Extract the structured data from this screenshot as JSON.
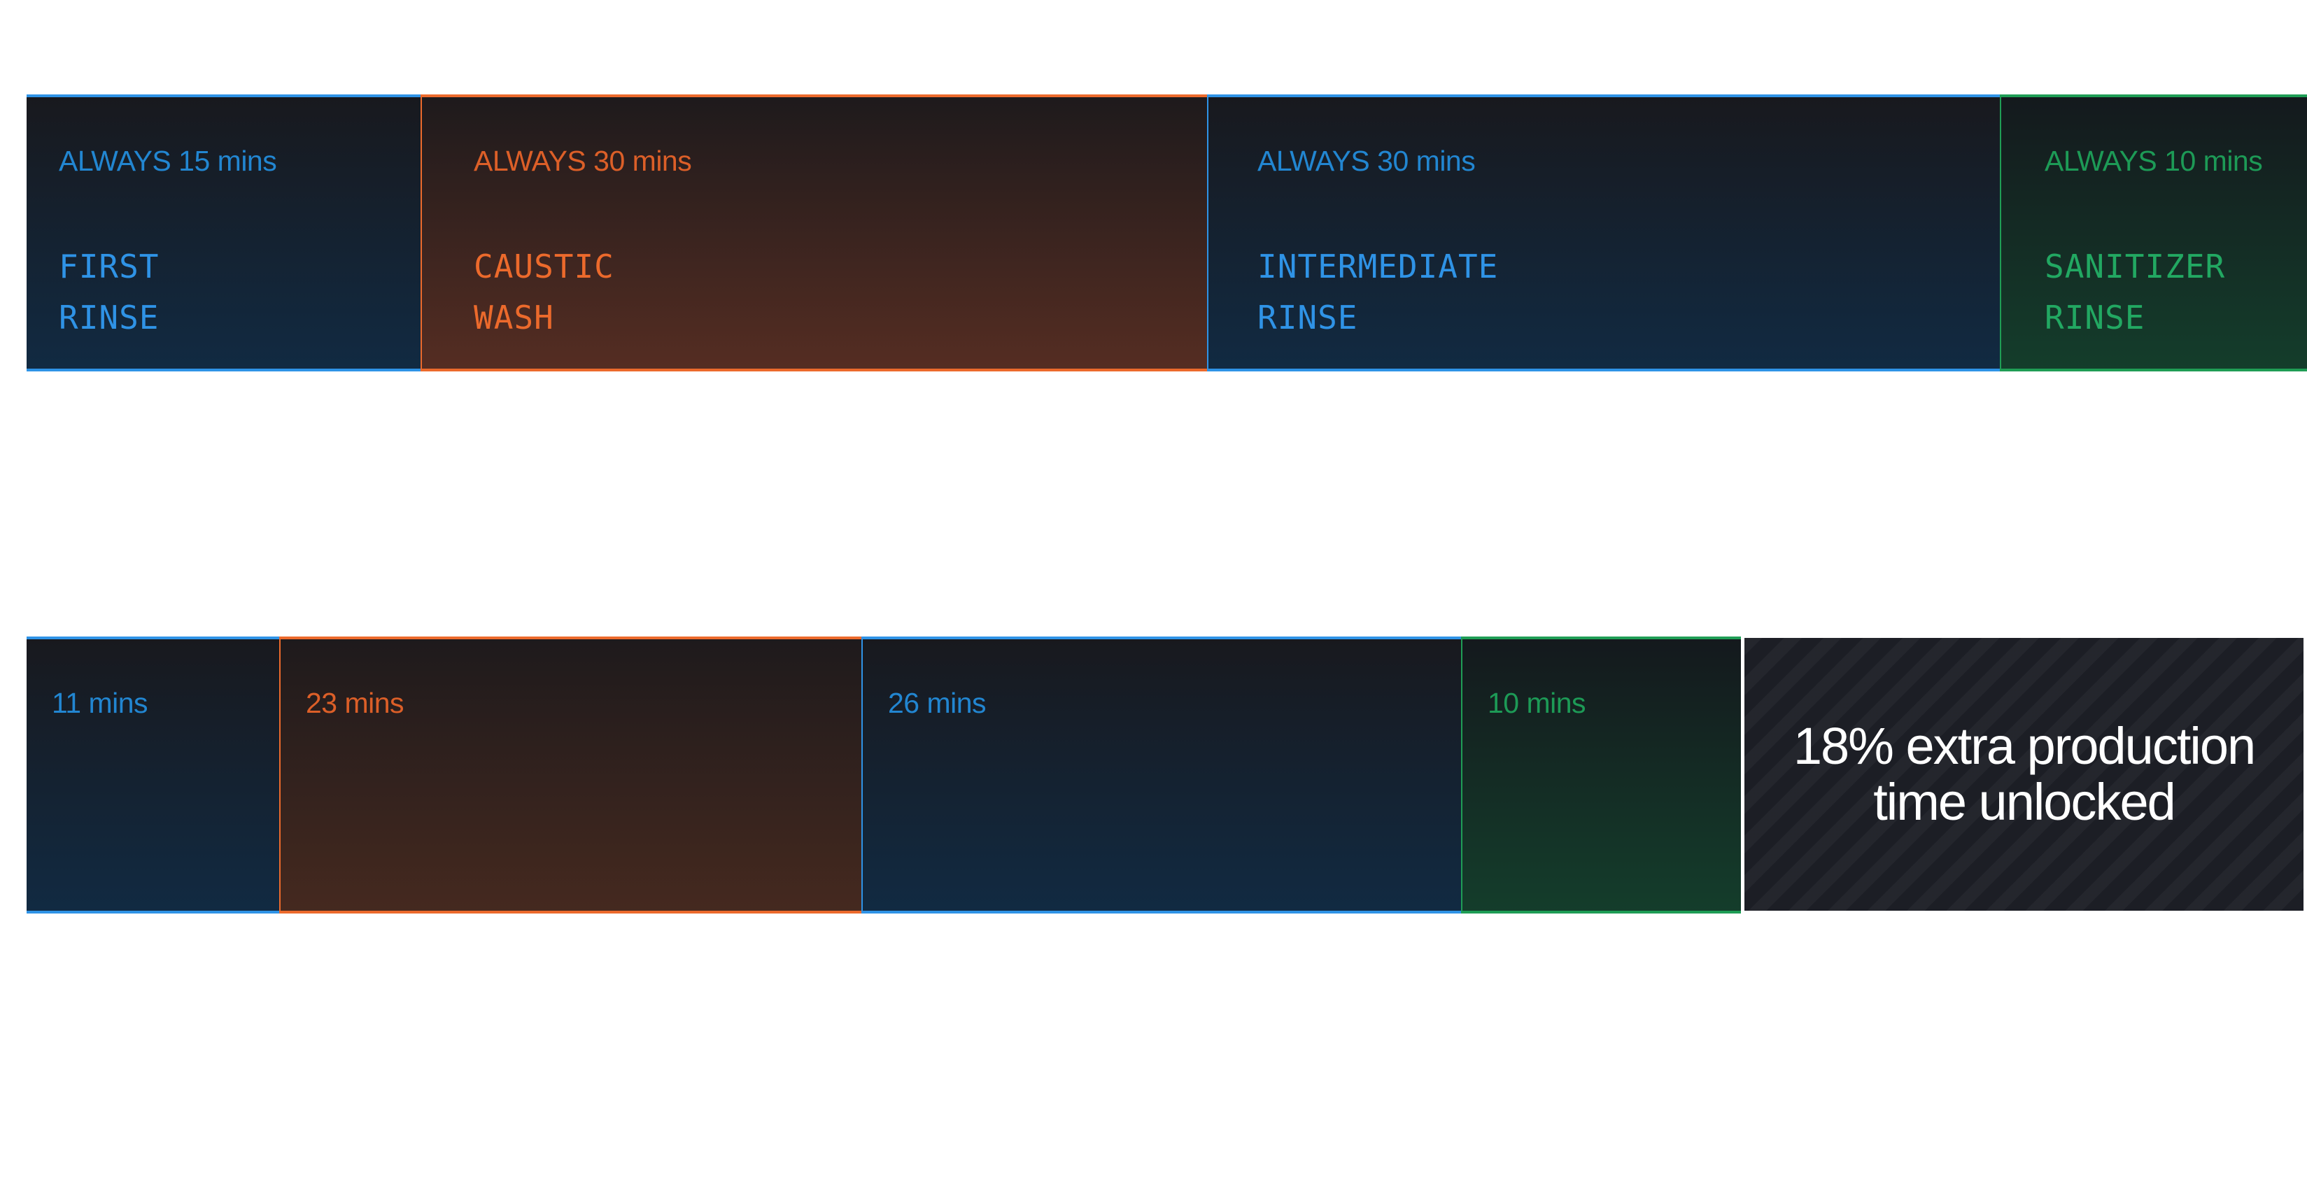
{
  "colors": {
    "rinse": "#2f93e6",
    "caustic": "#ec6a2c",
    "sanitizer": "#22a862",
    "result_bg": "#1c1e25"
  },
  "before": {
    "steps": [
      {
        "duration": "ALWAYS 15 mins",
        "name": "FIRST\nRINSE",
        "minutes": 15
      },
      {
        "duration": "ALWAYS 30 mins",
        "name": "CAUSTIC\nWASH",
        "minutes": 30
      },
      {
        "duration": "ALWAYS 30 mins",
        "name": "INTERMEDIATE\nRINSE",
        "minutes": 30
      },
      {
        "duration": "ALWAYS 10 mins",
        "name": "SANITIZER\nRINSE",
        "minutes": 10
      }
    ]
  },
  "after": {
    "steps": [
      {
        "duration": "11 mins",
        "minutes": 11
      },
      {
        "duration": "23 mins",
        "minutes": 23
      },
      {
        "duration": "26 mins",
        "minutes": 26
      },
      {
        "duration": "10 mins",
        "minutes": 10
      }
    ],
    "result": "18% extra production time unlocked"
  }
}
